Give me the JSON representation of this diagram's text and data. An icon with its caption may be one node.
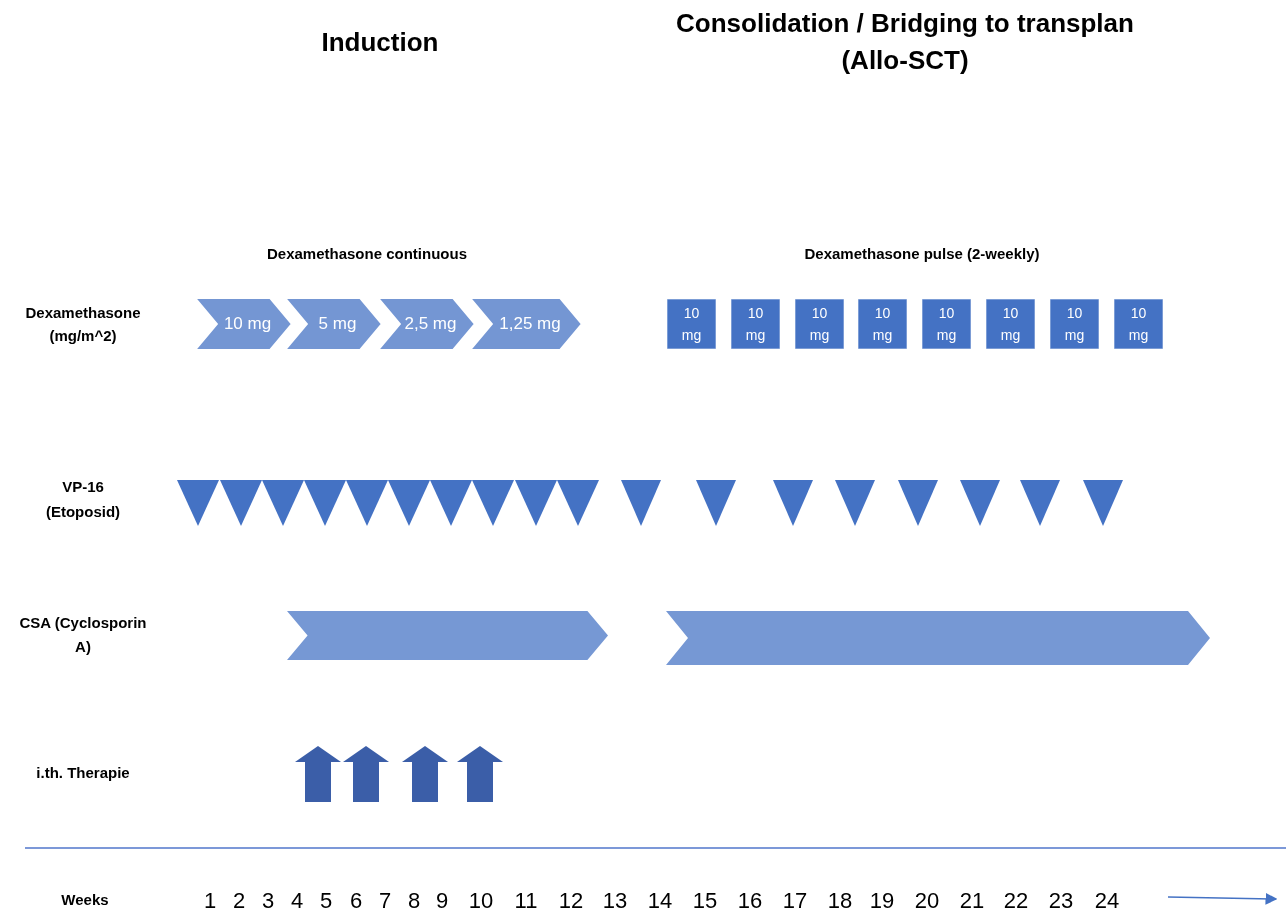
{
  "diagram": {
    "nodes": [
      {
        "text": [
          "10 mg"
        ]
      },
      {
        "text": [
          "5 mg"
        ]
      },
      {
        "text": [
          "2,5 mg"
        ]
      },
      {
        "text": [
          "1,25 mg"
        ]
      },
      {
        "text": [
          "10 mg"
        ]
      },
      {
        "text": [
          "10 mg"
        ]
      },
      {
        "text": [
          "10 mg"
        ]
      },
      {
        "text": [
          "10 mg"
        ]
      },
      {
        "text": [
          "10 mg"
        ]
      },
      {
        "text": [
          "10 mg"
        ]
      },
      {
        "text": [
          "10 mg"
        ]
      },
      {
        "text": [
          "10 mg"
        ]
      },
      {
        "text": [],
        "shape": "triangle"
      },
      {
        "text": [],
        "shape": "triangle"
      },
      {
        "text": [],
        "shape": "triangle"
      },
      {
        "text": [],
        "shape": "triangle"
      },
      {
        "text": [],
        "shape": "triangle"
      },
      {
        "text": [],
        "shape": "triangle"
      },
      {
        "text": [],
        "shape": "triangle"
      },
      {
        "text": [],
        "shape": "triangle"
      },
      {
        "text": [],
        "shape": "triangle"
      },
      {
        "text": [],
        "shape": "triangle"
      },
      {
        "text": [],
        "shape": "triangle"
      },
      {
        "text": [],
        "shape": "triangle"
      },
      {
        "text": [],
        "shape": "triangle"
      },
      {
        "text": [],
        "shape": "triangle"
      },
      {
        "text": [],
        "shape": "triangle"
      },
      {
        "text": [],
        "shape": "triangle"
      },
      {
        "text": [],
        "shape": "triangle"
      },
      {
        "text": [],
        "shape": "triangle"
      },
      {
        "text": [],
        "shape": "chevron"
      },
      {
        "text": [],
        "shape": "chevron"
      },
      {
        "text": [],
        "shape": "arrow"
      },
      {
        "text": [],
        "shape": "arrow"
      },
      {
        "text": [],
        "shape": "arrow"
      },
      {
        "text": [],
        "shape": "arrow"
      }
    ],
    "labels": [
      "Induction",
      "Consolidation / Bridging to transplan (Allo-SCT)",
      "Dexamethasone continuous",
      "Dexamethasone pulse (2-weekly)",
      "Dexamethasone (mg/m^2)",
      "VP-16 (Etoposid)",
      "CSA (Cyclosporin A)",
      "i.th. Therapie",
      "Weeks",
      "1",
      "2",
      "3",
      "4",
      "5",
      "6",
      "7",
      "8",
      "9",
      "10",
      "11",
      "12",
      "13",
      "14",
      "15",
      "16",
      "17",
      "18",
      "19",
      "20",
      "21",
      "22",
      "23",
      "24"
    ]
  }
}
